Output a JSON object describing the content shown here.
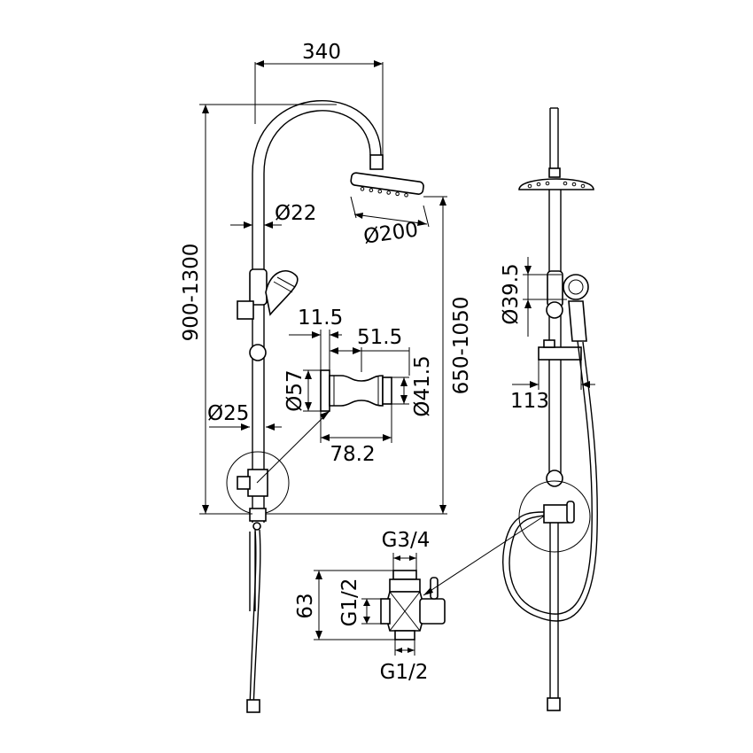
{
  "dimensions": {
    "arm_reach": "340",
    "pipe_upper_diameter": "Ø22",
    "head_diameter": "Ø200",
    "overall_height": "900-1300",
    "head_height_range": "650-1050",
    "bracket_offset_a": "11.5",
    "bracket_offset_b": "51.5",
    "bracket_outer_diameter": "Ø57",
    "bracket_inner_diameter": "Ø41.5",
    "bracket_length": "78.2",
    "pipe_lower_diameter": "Ø25",
    "handshower_diameter": "Ø39.5",
    "side_offset": "113",
    "diverter_top_thread": "G3/4",
    "diverter_side_thread": "G1/2",
    "diverter_bottom_thread": "G1/2",
    "diverter_height": "63"
  },
  "colors": {
    "line": "#000000",
    "background": "#ffffff"
  }
}
